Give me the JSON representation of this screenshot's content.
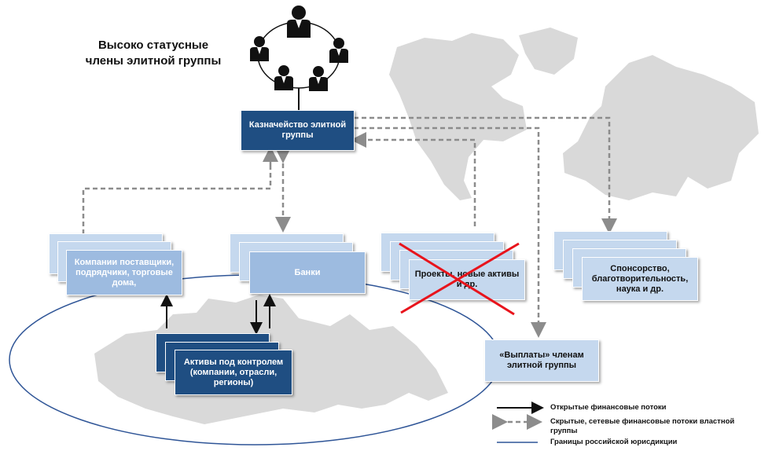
{
  "title": {
    "line1": "Высоко статусные",
    "line2": "члены элитной группы"
  },
  "treasury": {
    "label": "Казначейство элитной группы"
  },
  "companies": {
    "label": "Компании поставщики, подрядчики, торговые дома,"
  },
  "banks": {
    "label": "Банки"
  },
  "projects": {
    "label": "Проекты, новые активы и др."
  },
  "sponsorship": {
    "label": "Спонсорство, благотворительность, наука и др."
  },
  "assets": {
    "label": "Активы под контролем (компании, отрасли, регионы)"
  },
  "payments": {
    "label": "«Выплаты» членам элитной группы"
  },
  "legend": {
    "open_flows": "Открытые финансовые потоки",
    "hidden_flows": "Скрытые, сетевые финансовые потоки властной группы",
    "jurisdiction": "Границы российской юрисдикции"
  },
  "colors": {
    "dark_box": "#1f4e82",
    "light_box": "#c5d8ee",
    "map": "#d9d9d9",
    "cross": "#e8141c",
    "ellipse": "#2f5597",
    "dashed": "#8c8c8c"
  }
}
